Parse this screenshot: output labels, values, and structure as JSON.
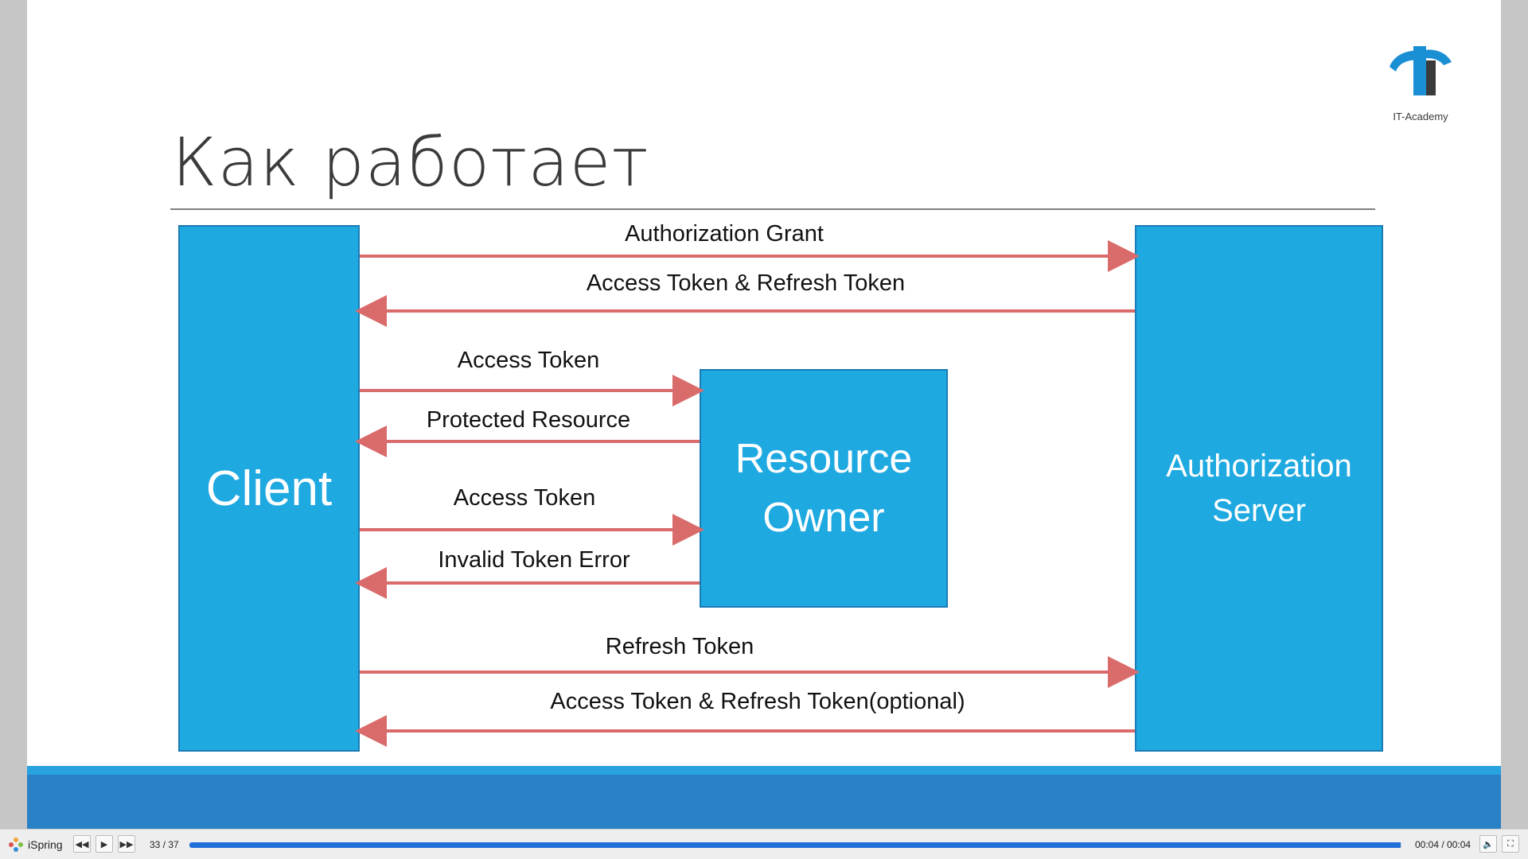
{
  "slide": {
    "title": "Как работает",
    "logo_text": "IT-Academy",
    "boxes": {
      "client": "Client",
      "resource_owner": "Resource\nOwner",
      "authorization_server": "Authorization\nServer"
    },
    "arrows": [
      {
        "label": "Authorization Grant",
        "direction": "right"
      },
      {
        "label": "Access Token & Refresh Token",
        "direction": "left"
      },
      {
        "label": "Access Token",
        "direction": "right"
      },
      {
        "label": "Protected Resource",
        "direction": "left"
      },
      {
        "label": "Access Token",
        "direction": "right"
      },
      {
        "label": "Invalid Token Error",
        "direction": "left"
      },
      {
        "label": "Refresh Token",
        "direction": "right"
      },
      {
        "label": "Access Token & Refresh Token(optional)",
        "direction": "left"
      }
    ],
    "colors": {
      "box_fill": "#1fa9e1",
      "arrow": "#d96b6b",
      "footer": "#2a82c6"
    }
  },
  "player": {
    "brand": "iSpring",
    "slide_counter": "33 / 37",
    "progress": 0.999,
    "time": "00:04 / 00:04",
    "controls": [
      "previous-icon",
      "play-icon",
      "next-icon",
      "volume-icon",
      "fullscreen-icon"
    ]
  }
}
